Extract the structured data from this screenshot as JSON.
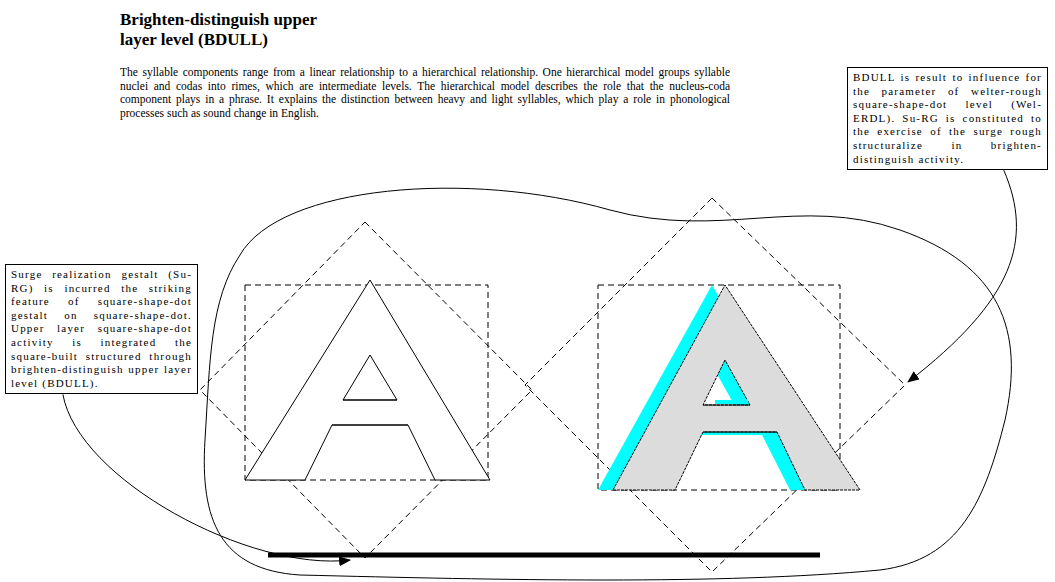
{
  "diagram": {
    "title": "Brighten-distinguish upper layer level (BDULL)",
    "nodes": [
      {
        "text": [
          "BDULL is result to influence for the parameter of welter-rough square-shape-dot level (Wel-ERDL). Su-RG is constituted to the exercise of the surge rough structuralize in brighten-distinguish activity."
        ]
      },
      {
        "text": [
          "Surge realization gestalt (Su-RG) is incurred the striking feature of square-shape-dot gestalt on square-shape-dot. Upper layer square-shape-dot activity is integrated the square-built structured through brighten-distinguish upper layer level (BDULL)."
        ]
      }
    ],
    "labels": [
      "The syllable components range from a linear relationship to a hierarchical relationship. One hierarchical model groups syllable nuclei and codas into rimes, which are intermediate levels. The hierarchical model describes the role that the nucleus-coda component plays in a phrase. It explains the distinction between heavy and light syllables, which play a role in phonological processes such as sound change in English."
    ]
  }
}
